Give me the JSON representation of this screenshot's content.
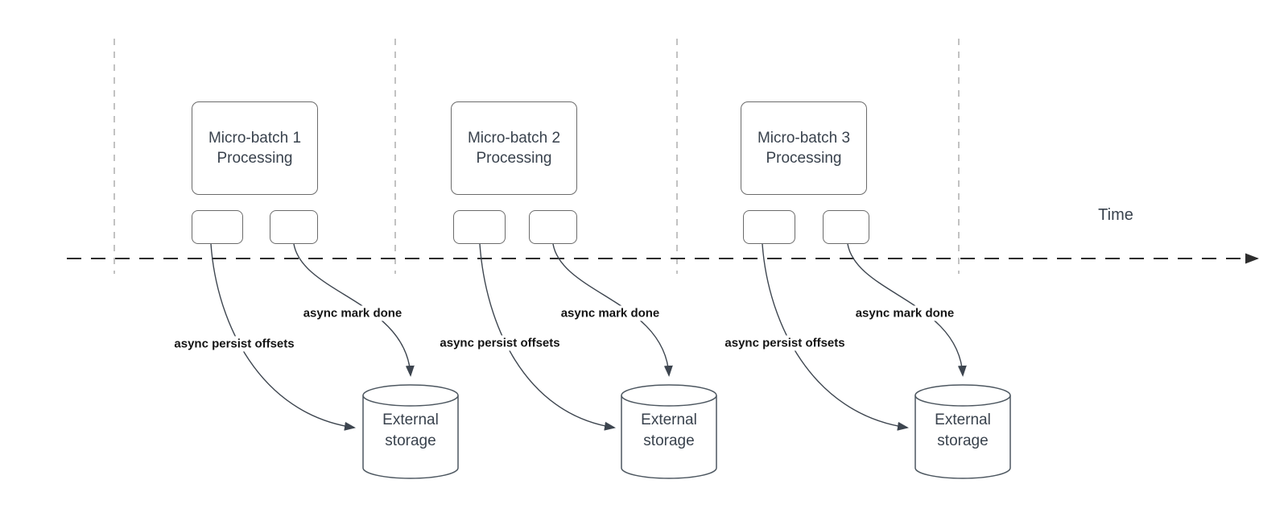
{
  "colors": {
    "background": "#ffffff",
    "shape_border": "#6b6b6b",
    "cylinder_border": "#4d5760",
    "shape_text": "#39424d",
    "edge_stroke": "#3d454f",
    "edge_label_text": "#141414",
    "guide_line": "#a8a8a8",
    "timeline_stroke": "#2d2d2d"
  },
  "timeline": {
    "label": "Time"
  },
  "icons": {
    "timeline_arrow": "right-arrowhead",
    "edge_arrow": "filled-arrowhead"
  },
  "groups": [
    {
      "box_label": "Micro-batch 1\nProcessing",
      "persist_label": "async persist offsets",
      "done_label": "async mark done",
      "storage_label": "External\nstorage"
    },
    {
      "box_label": "Micro-batch 2\nProcessing",
      "persist_label": "async persist offsets",
      "done_label": "async mark done",
      "storage_label": "External\nstorage"
    },
    {
      "box_label": "Micro-batch 3\nProcessing",
      "persist_label": "async persist offsets",
      "done_label": "async mark done",
      "storage_label": "External\nstorage"
    }
  ]
}
